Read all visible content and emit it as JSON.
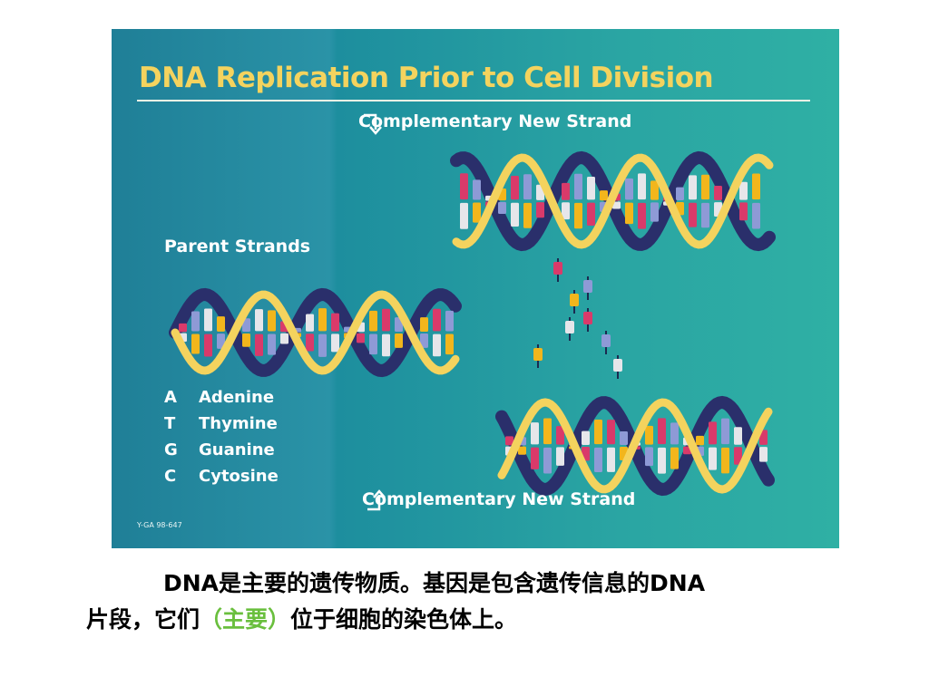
{
  "figure": {
    "title": "DNA Replication Prior to Cell Division",
    "complementary_top": "Complementary New Strand",
    "complementary_bottom": "Complementary New Strand",
    "parent_strands": "Parent Strands",
    "legend": [
      {
        "letter": "A",
        "name": "Adenine"
      },
      {
        "letter": "T",
        "name": "Thymine"
      },
      {
        "letter": "G",
        "name": "Guanine"
      },
      {
        "letter": "C",
        "name": "Cytosine"
      }
    ],
    "code": "Y-GA 98-647",
    "colors": {
      "helix": "#f4d35e",
      "backbone": "#2a2f6b",
      "A": "#d93a6a",
      "T": "#8e9ad6",
      "G": "#e6e6ea",
      "C": "#f2b61c"
    }
  },
  "caption": {
    "line1": "DNA是主要的遗传物质。基因是包含遗传信息的DNA",
    "line2_pre": "片段，它们",
    "line2_green": "（主要）",
    "line2_post": "位于细胞的染色体上。"
  }
}
